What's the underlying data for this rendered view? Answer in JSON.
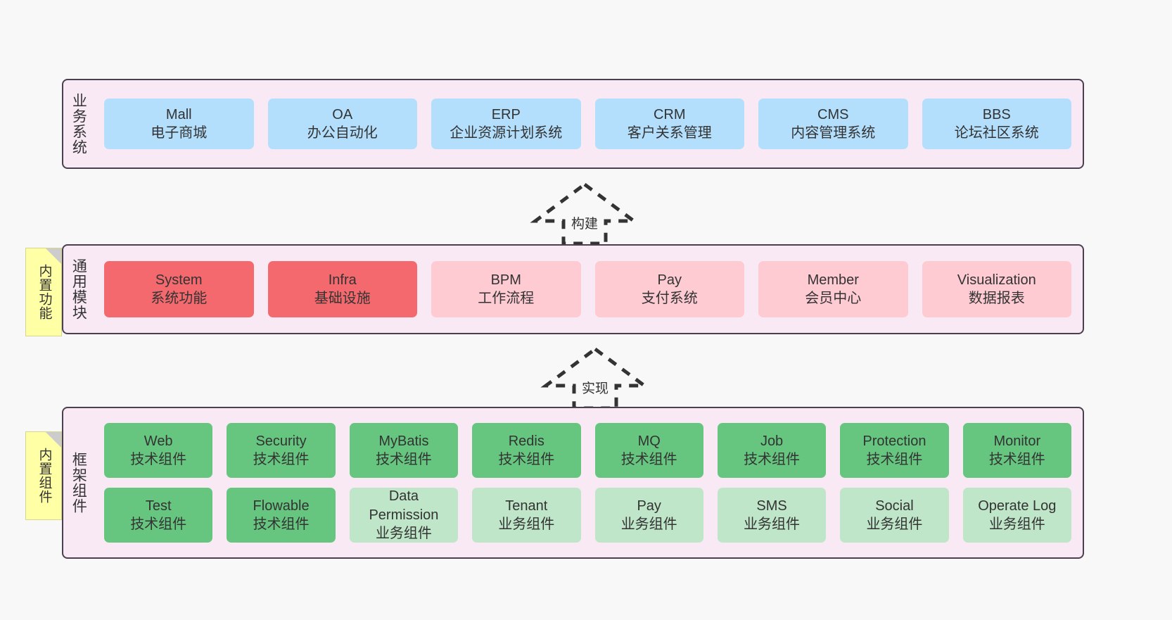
{
  "diagram": {
    "background_color": "#f8f8f8",
    "panel_color": "#f8e9f4",
    "panel_border_color": "#4a4050",
    "note_color": "#ffffa6"
  },
  "layers": [
    {
      "id": "business",
      "title": "业务系统",
      "card_color": "#b3dffc",
      "rows": [
        [
          {
            "en": "Mall",
            "cn": "电子商城",
            "tone": "blue"
          },
          {
            "en": "OA",
            "cn": "办公自动化",
            "tone": "blue"
          },
          {
            "en": "ERP",
            "cn": "企业资源计划系统",
            "tone": "blue"
          },
          {
            "en": "CRM",
            "cn": "客户关系管理",
            "tone": "blue"
          },
          {
            "en": "CMS",
            "cn": "内容管理系统",
            "tone": "blue"
          },
          {
            "en": "BBS",
            "cn": "论坛社区系统",
            "tone": "blue"
          }
        ]
      ]
    },
    {
      "id": "common",
      "title": "通用模块",
      "card_colors": {
        "strong": "#f4696e",
        "light": "#fecbd3"
      },
      "rows": [
        [
          {
            "en": "System",
            "cn": "系统功能",
            "tone": "red"
          },
          {
            "en": "Infra",
            "cn": "基础设施",
            "tone": "red"
          },
          {
            "en": "BPM",
            "cn": "工作流程",
            "tone": "pink"
          },
          {
            "en": "Pay",
            "cn": "支付系统",
            "tone": "pink"
          },
          {
            "en": "Member",
            "cn": "会员中心",
            "tone": "pink"
          },
          {
            "en": "Visualization",
            "cn": "数据报表",
            "tone": "pink"
          }
        ]
      ]
    },
    {
      "id": "framework",
      "title": "框架组件",
      "card_colors": {
        "strong": "#66c67f",
        "light": "#bfe6c8"
      },
      "rows": [
        [
          {
            "en": "Web",
            "cn": "技术组件",
            "tone": "green"
          },
          {
            "en": "Security",
            "cn": "技术组件",
            "tone": "green"
          },
          {
            "en": "MyBatis",
            "cn": "技术组件",
            "tone": "green"
          },
          {
            "en": "Redis",
            "cn": "技术组件",
            "tone": "green"
          },
          {
            "en": "MQ",
            "cn": "技术组件",
            "tone": "green"
          },
          {
            "en": "Job",
            "cn": "技术组件",
            "tone": "green"
          },
          {
            "en": "Protection",
            "cn": "技术组件",
            "tone": "green"
          },
          {
            "en": "Monitor",
            "cn": "技术组件",
            "tone": "green"
          }
        ],
        [
          {
            "en": "Test",
            "cn": "技术组件",
            "tone": "green"
          },
          {
            "en": "Flowable",
            "cn": "技术组件",
            "tone": "green"
          },
          {
            "en": "Data Permission",
            "cn": "业务组件",
            "tone": "lgreen"
          },
          {
            "en": "Tenant",
            "cn": "业务组件",
            "tone": "lgreen"
          },
          {
            "en": "Pay",
            "cn": "业务组件",
            "tone": "lgreen"
          },
          {
            "en": "SMS",
            "cn": "业务组件",
            "tone": "lgreen"
          },
          {
            "en": "Social",
            "cn": "业务组件",
            "tone": "lgreen"
          },
          {
            "en": "Operate Log",
            "cn": "业务组件",
            "tone": "lgreen"
          }
        ]
      ]
    }
  ],
  "notes": [
    {
      "id": "function",
      "text": "内置功能"
    },
    {
      "id": "component",
      "text": "内置组件"
    }
  ],
  "arrows": [
    {
      "id": "build",
      "label": "构建",
      "style": "dashed-hollow-up"
    },
    {
      "id": "realize",
      "label": "实现",
      "style": "dashed-hollow-up"
    }
  ]
}
